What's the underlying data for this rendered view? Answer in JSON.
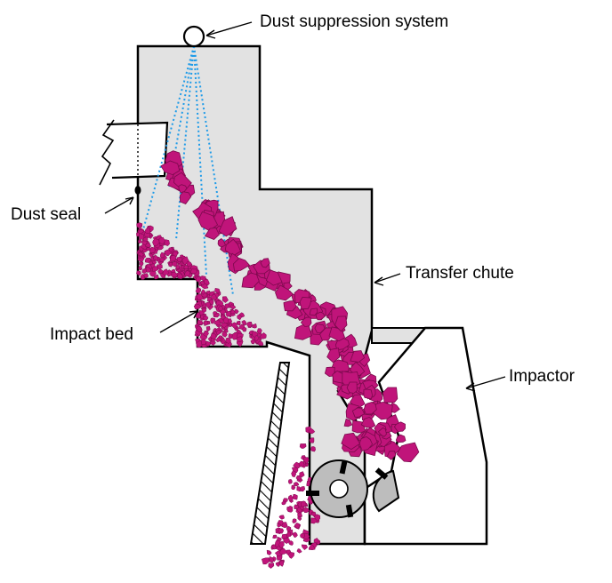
{
  "labels": {
    "dust_suppression": "Dust suppression system",
    "dust_seal": "Dust seal",
    "transfer_chute": "Transfer chute",
    "impact_bed": "Impact bed",
    "impactor": "Impactor"
  },
  "colors": {
    "chute_fill": "#e2e2e2",
    "outline": "#000000",
    "material": "#c0147a",
    "material_edge": "#7a0a4c",
    "spray": "#1e9be8",
    "rotor": "#bdbdbd"
  }
}
